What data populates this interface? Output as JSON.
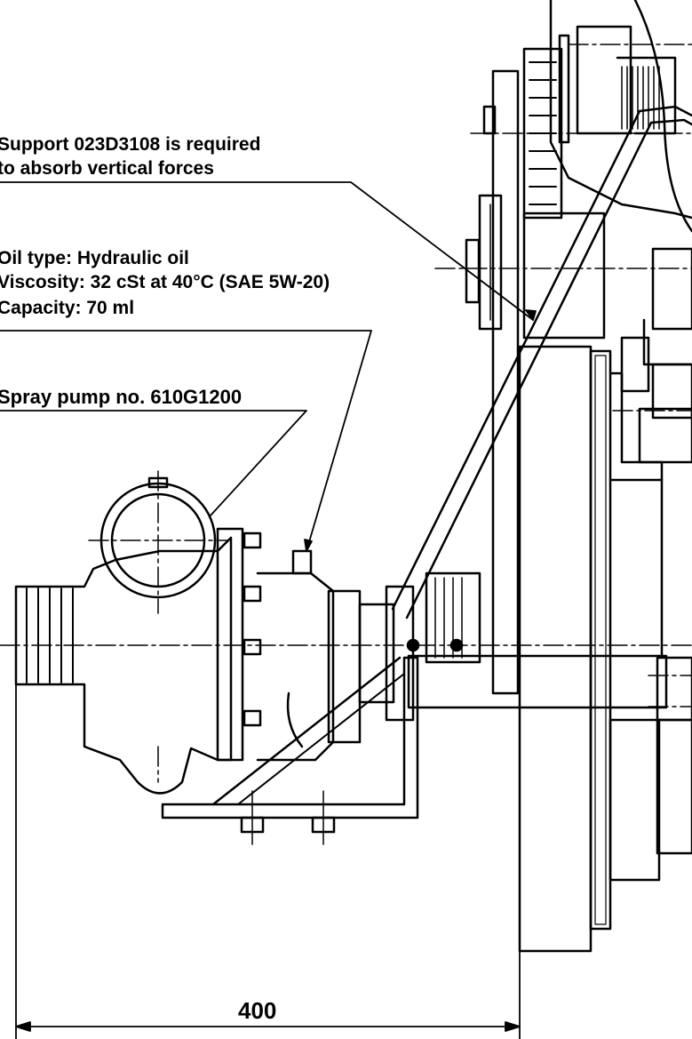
{
  "annotations": {
    "support_line1": "Support 023D3108 is required",
    "support_line2": "to absorb vertical forces",
    "oil_type": "Oil type: Hydraulic oil",
    "viscosity": "Viscosity: 32 cSt at 40°C (SAE 5W-20)",
    "capacity": "Capacity: 70 ml",
    "spray_pump": "Spray pump no. 610G1200"
  },
  "dimension": {
    "value": "400"
  }
}
